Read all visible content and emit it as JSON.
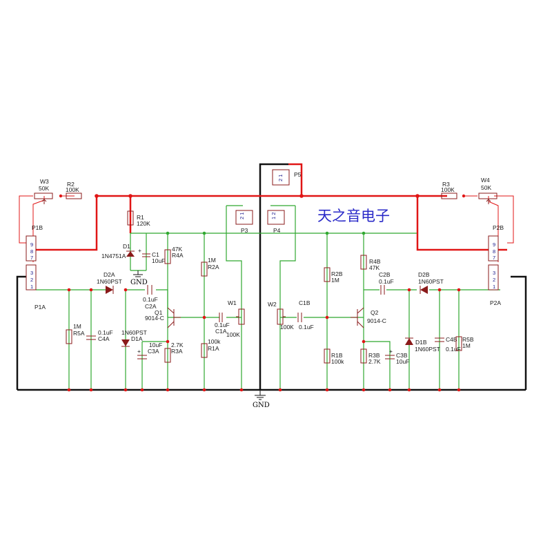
{
  "title": "天之音电子",
  "gnd_labels": {
    "left": "GND",
    "bottom": "GND"
  },
  "connectors": {
    "P1A": {
      "name": "P1A",
      "pins": [
        "3",
        "2",
        "1"
      ]
    },
    "P1B": {
      "name": "P1B",
      "pins": [
        "9",
        "8",
        "7"
      ]
    },
    "P2A": {
      "name": "P2A",
      "pins": [
        "3",
        "2",
        "1"
      ]
    },
    "P2B": {
      "name": "P2B",
      "pins": [
        "9",
        "8",
        "7"
      ]
    },
    "P3": {
      "name": "P3",
      "pins": [
        "2",
        "1"
      ]
    },
    "P4": {
      "name": "P4",
      "pins": [
        "1",
        "2"
      ]
    },
    "P5": {
      "name": "P5",
      "pins": [
        "2",
        "1"
      ]
    }
  },
  "top": {
    "W3": {
      "name": "W3",
      "value": "50K"
    },
    "R2": {
      "name": "R2",
      "value": "100K"
    },
    "R3": {
      "name": "R3",
      "value": "100K"
    },
    "W4": {
      "name": "W4",
      "value": "50K"
    },
    "R1": {
      "name": "R1",
      "value": "120K"
    },
    "D1": {
      "name": "D1",
      "value": "1N4751A"
    },
    "C1": {
      "name": "C1",
      "value": "10uF"
    }
  },
  "channel_a": {
    "R4A": {
      "name": "R4A",
      "value": "47K"
    },
    "Q1": {
      "name": "Q1",
      "value": "9014-C"
    },
    "C2A": {
      "name": "C2A",
      "value": "0.1uF"
    },
    "D2A": {
      "name": "D2A",
      "value": "1N60PST"
    },
    "D1A": {
      "name": "D1A",
      "value": "1N60PST"
    },
    "R5A": {
      "name": "R5A",
      "value": "1M"
    },
    "C4A": {
      "name": "C4A",
      "value": "0.1uF"
    },
    "C3A": {
      "name": "C3A",
      "value": "10uF"
    },
    "R3A": {
      "name": "R3A",
      "value": "2.7K"
    },
    "R2A": {
      "name": "R2A",
      "value": "1M"
    },
    "R1A": {
      "name": "R1A",
      "value": "100k"
    },
    "C1A": {
      "name": "C1A",
      "value": "0.1uF"
    },
    "W1": {
      "name": "W1",
      "value": "100K"
    }
  },
  "channel_b": {
    "W2": {
      "name": "W2",
      "value": "100K"
    },
    "C1B": {
      "name": "C1B",
      "value": "0.1uF"
    },
    "R2B": {
      "name": "R2B",
      "value": "1M"
    },
    "R1B": {
      "name": "R1B",
      "value": "100k"
    },
    "R4B": {
      "name": "R4B",
      "value": "47K"
    },
    "Q2": {
      "name": "Q2",
      "value": "9014-C"
    },
    "C2B": {
      "name": "C2B",
      "value": "0.1uF"
    },
    "D2B": {
      "name": "D2B",
      "value": "1N60PST"
    },
    "R3B": {
      "name": "R3B",
      "value": "2.7K"
    },
    "C3B": {
      "name": "C3B",
      "value": "10uF"
    },
    "D1B": {
      "name": "D1B",
      "value": "1N60PST"
    },
    "C4B": {
      "name": "C4B",
      "value": "0.1uF"
    },
    "R5B": {
      "name": "R5B",
      "value": "1M"
    }
  }
}
